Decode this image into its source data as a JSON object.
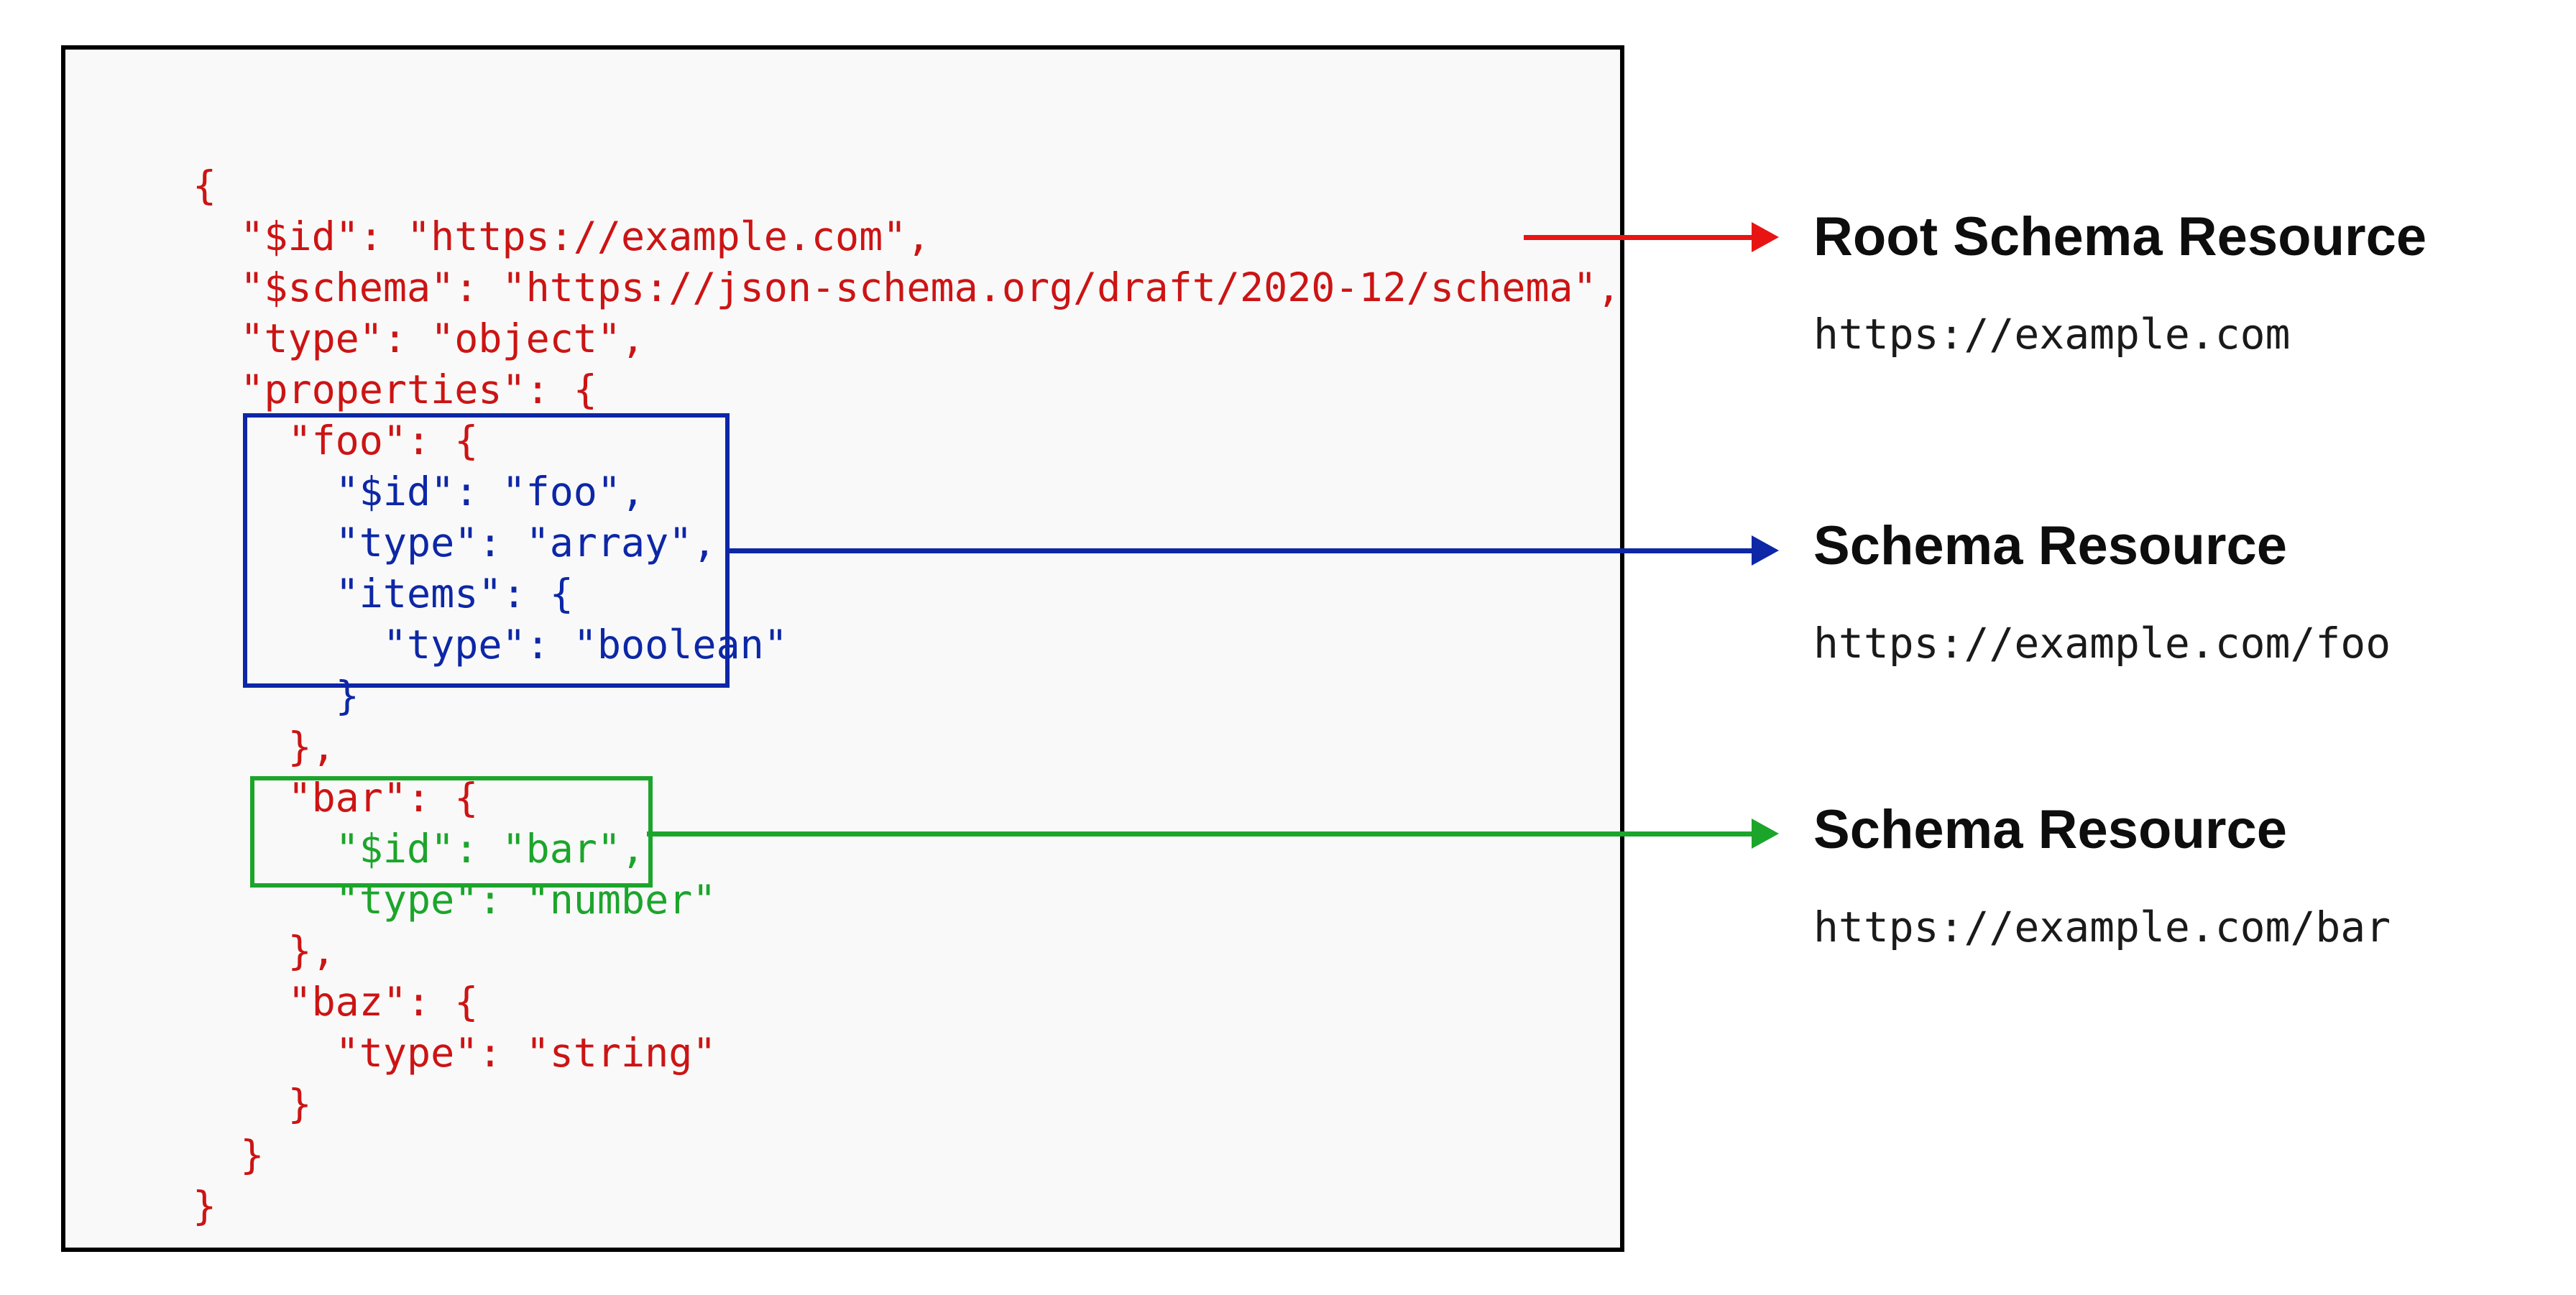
{
  "diagram": {
    "colors": {
      "code_red": "#cc1414",
      "highlight_blue": "#0d27a6",
      "highlight_green": "#1ca52b",
      "arrow_red": "#e81414",
      "heading_black": "#0d0d0d",
      "url_black": "#1a1a1a",
      "panel_background": "#f9f9f9",
      "panel_border": "#000000"
    },
    "code_lines": [
      {
        "text": "{",
        "group": "root"
      },
      {
        "text": "  \"$id\": \"https://example.com\",",
        "group": "root"
      },
      {
        "text": "  \"$schema\": \"https://json-schema.org/draft/2020-12/schema\",",
        "group": "root"
      },
      {
        "text": "  \"type\": \"object\",",
        "group": "root"
      },
      {
        "text": "  \"properties\": {",
        "group": "root"
      },
      {
        "text": "    \"foo\": {",
        "group": "root"
      },
      {
        "text": "      \"$id\": \"foo\",",
        "group": "foo"
      },
      {
        "text": "      \"type\": \"array\",",
        "group": "foo"
      },
      {
        "text": "      \"items\": {",
        "group": "foo"
      },
      {
        "text": "        \"type\": \"boolean\"",
        "group": "foo"
      },
      {
        "text": "      }",
        "group": "foo"
      },
      {
        "text": "    },",
        "group": "root"
      },
      {
        "text": "    \"bar\": {",
        "group": "root"
      },
      {
        "text": "      \"$id\": \"bar\",",
        "group": "bar"
      },
      {
        "text": "      \"type\": \"number\"",
        "group": "bar"
      },
      {
        "text": "    },",
        "group": "root"
      },
      {
        "text": "    \"baz\": {",
        "group": "root"
      },
      {
        "text": "      \"type\": \"string\"",
        "group": "root"
      },
      {
        "text": "    }",
        "group": "root"
      },
      {
        "text": "  }",
        "group": "root"
      },
      {
        "text": "}",
        "group": "root"
      }
    ],
    "annotations": [
      {
        "id": "root",
        "title": "Root Schema Resource",
        "uri": "https://example.com"
      },
      {
        "id": "foo",
        "title": "Schema Resource",
        "uri": "https://example.com/foo"
      },
      {
        "id": "bar",
        "title": "Schema Resource",
        "uri": "https://example.com/bar"
      }
    ]
  }
}
